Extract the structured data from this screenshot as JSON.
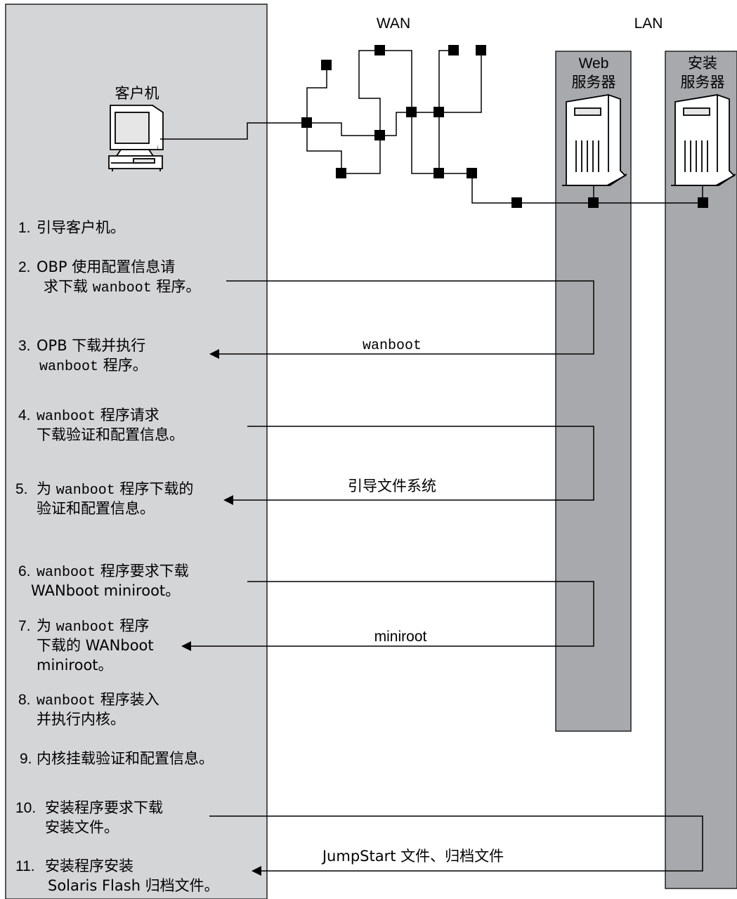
{
  "network": {
    "wan_label": "WAN",
    "lan_label": "LAN",
    "client_label": "客户机",
    "web_server_label_line1": "Web",
    "web_server_label_line2": "服务器",
    "install_server_label_line1": "安装",
    "install_server_label_line2": "服务器"
  },
  "steps": [
    {
      "n": "1.",
      "lines": [
        [
          {
            "t": "引导客户机。",
            "f": "zh"
          }
        ]
      ]
    },
    {
      "n": "2.",
      "lines": [
        [
          {
            "t": "OBP 使用配置信息请",
            "f": "zh"
          }
        ],
        [
          {
            "t": "求下载 ",
            "f": "zh"
          },
          {
            "t": "wanboot",
            "f": "mono"
          },
          {
            "t": " 程序。",
            "f": "zh"
          }
        ]
      ]
    },
    {
      "n": "3.",
      "lines": [
        [
          {
            "t": "OPB 下载并执行",
            "f": "zh"
          }
        ],
        [
          {
            "t": "wanboot",
            "f": "mono"
          },
          {
            "t": " 程序。",
            "f": "zh"
          }
        ]
      ]
    },
    {
      "n": "4.",
      "lines": [
        [
          {
            "t": "wanboot",
            "f": "mono"
          },
          {
            "t": " 程序请求",
            "f": "zh"
          }
        ],
        [
          {
            "t": "下载验证和配置信息。",
            "f": "zh"
          }
        ]
      ]
    },
    {
      "n": "5.",
      "lines": [
        [
          {
            "t": "为 ",
            "f": "zh"
          },
          {
            "t": "wanboot",
            "f": "mono"
          },
          {
            "t": " 程序下载的",
            "f": "zh"
          }
        ],
        [
          {
            "t": "验证和配置信息。",
            "f": "zh"
          }
        ]
      ]
    },
    {
      "n": "6.",
      "lines": [
        [
          {
            "t": "wanboot",
            "f": "mono"
          },
          {
            "t": " 程序要求下载",
            "f": "zh"
          }
        ],
        [
          {
            "t": "WANboot miniroot。",
            "f": "zh"
          }
        ]
      ]
    },
    {
      "n": "7.",
      "lines": [
        [
          {
            "t": "为 ",
            "f": "zh"
          },
          {
            "t": "wanboot",
            "f": "mono"
          },
          {
            "t": " 程序",
            "f": "zh"
          }
        ],
        [
          {
            "t": "下载的 WANboot",
            "f": "zh"
          }
        ],
        [
          {
            "t": "miniroot。",
            "f": "zh"
          }
        ]
      ]
    },
    {
      "n": "8.",
      "lines": [
        [
          {
            "t": "wanboot",
            "f": "mono"
          },
          {
            "t": " 程序装入",
            "f": "zh"
          }
        ],
        [
          {
            "t": "并执行内核。",
            "f": "zh"
          }
        ]
      ]
    },
    {
      "n": "9.",
      "lines": [
        [
          {
            "t": "内核挂载验证和配置信息。",
            "f": "zh"
          }
        ]
      ]
    },
    {
      "n": "10.",
      "lines": [
        [
          {
            "t": "安装程序要求下载",
            "f": "zh"
          }
        ],
        [
          {
            "t": "安装文件。",
            "f": "zh"
          }
        ]
      ]
    },
    {
      "n": "11.",
      "lines": [
        [
          {
            "t": "安装程序安装",
            "f": "zh"
          }
        ],
        [
          {
            "t": "Solaris Flash 归档文件。",
            "f": "zh"
          }
        ]
      ]
    }
  ],
  "transfers": [
    {
      "label": "wanboot",
      "font": "mono"
    },
    {
      "label": "引导文件系统",
      "font": "zh"
    },
    {
      "label": "miniroot",
      "font": "sans"
    },
    {
      "label": "JumpStart 文件、归档文件",
      "font": "zh"
    }
  ]
}
